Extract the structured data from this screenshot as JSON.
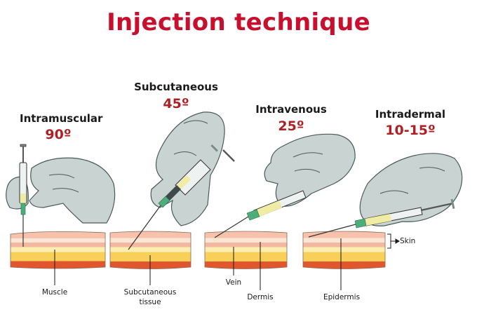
{
  "title": "Injection technique",
  "panels": [
    {
      "name": "Intramuscular",
      "angle": "90º"
    },
    {
      "name": "Subcutaneous",
      "angle": "45º"
    },
    {
      "name": "Intravenous",
      "angle": "25º"
    },
    {
      "name": "Intradermal",
      "angle": "10-15º"
    }
  ],
  "captions": {
    "muscle": "Muscle",
    "subcutaneous_line1": "Subcutaneous",
    "subcutaneous_line2": "tissue",
    "vein": "Vein",
    "dermis": "Dermis",
    "epidermis": "Epidermis",
    "skin": "Skin"
  },
  "colors": {
    "title": "#c8102e",
    "angle": "#b01f24",
    "glove": "#c9d3d2",
    "skin_pink": "#f4b79f",
    "skin_yellow": "#f7cf59",
    "muscle_red": "#e2562d"
  }
}
